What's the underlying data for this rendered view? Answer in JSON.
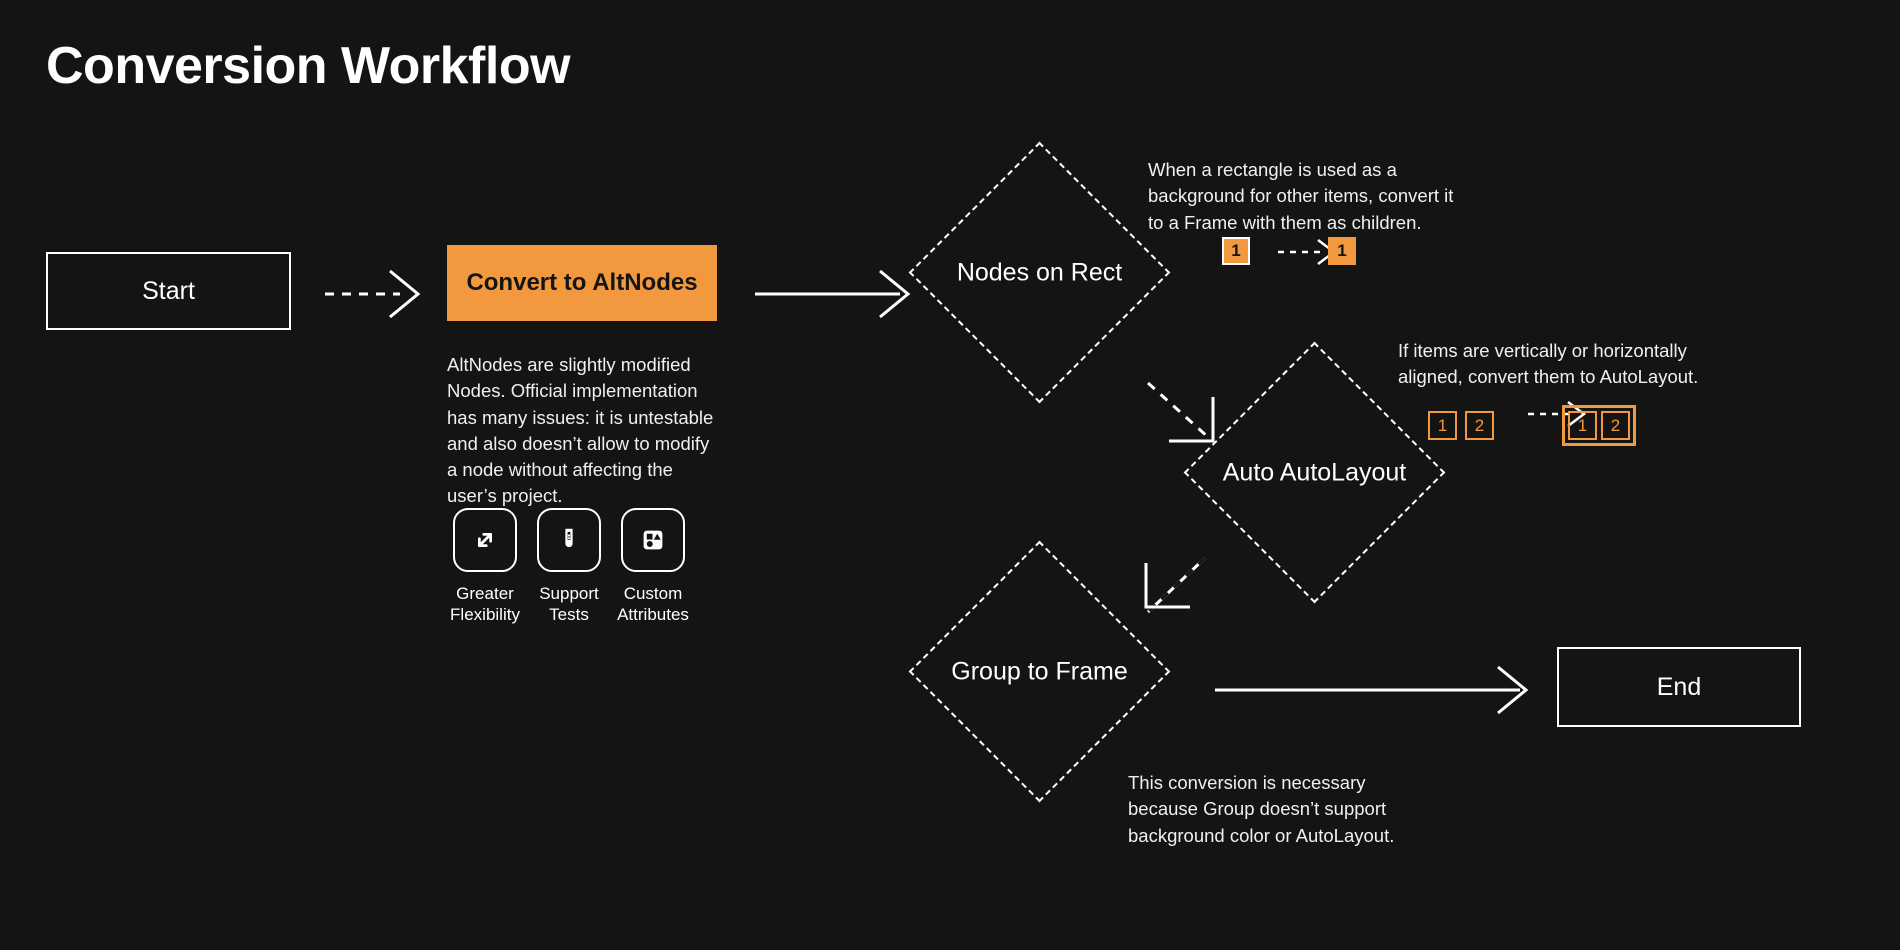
{
  "title": "Conversion Workflow",
  "colors": {
    "background": "#141414",
    "accent": "#f2993f",
    "stroke": "#ffffff",
    "text": "#f0f0f0"
  },
  "nodes": {
    "start": "Start",
    "convert": "Convert to AltNodes",
    "nodes_on_rect": "Nodes on Rect",
    "auto_autolayout": "Auto AutoLayout",
    "group_to_frame": "Group to Frame",
    "end": "End"
  },
  "notes": {
    "altnodes": "AltNodes are slightly modified Nodes. Official implementation has many issues: it is untestable and also doesn’t allow to modify a node without affecting the user’s project.",
    "nodes_on_rect": "When a rectangle is used as a background for other items, convert it to a Frame with them as children.",
    "auto_autolayout": "If items are vertically or horizontally aligned, convert them to AutoLayout.",
    "group_to_frame": "This conversion is necessary because Group doesn’t support background color or AutoLayout."
  },
  "features": [
    {
      "icon": "expand-arrows-icon",
      "label": "Greater Flexibility"
    },
    {
      "icon": "test-tube-icon",
      "label": "Support Tests"
    },
    {
      "icon": "shapes-icon",
      "label": "Custom Attributes"
    }
  ],
  "badges": {
    "rect_before": [
      "1"
    ],
    "rect_after": [
      "1"
    ],
    "align_before": [
      "1",
      "2"
    ],
    "align_after": [
      "1",
      "2"
    ]
  }
}
